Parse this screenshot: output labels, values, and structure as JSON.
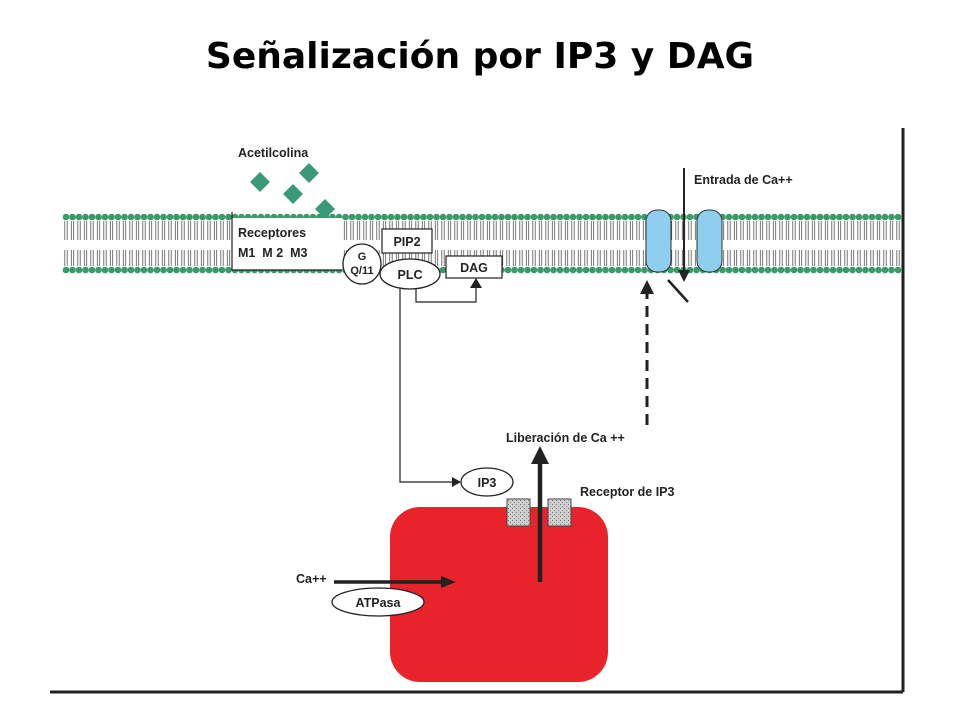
{
  "title": "Señalización por IP3 y DAG",
  "labels": {
    "ligand": "Acetilcolina",
    "receptors": "Receptores",
    "receptor_types": "M1  M 2  M3",
    "g_protein_top": "G",
    "g_protein_bottom": "Q/11",
    "pip2": "PIP2",
    "plc": "PLC",
    "dag": "DAG",
    "ca_entry": "Entrada de Ca++",
    "ca_release": "Liberación de Ca ++",
    "ip3": "IP3",
    "ip3_receptor": "Receptor de IP3",
    "ca_in": "Ca++",
    "atpase": "ATPasa"
  },
  "colors": {
    "lipid_head": "#3a9a6a",
    "ligand": "#3a9a78",
    "channel": "#8ecff0",
    "reticulum": "#e8232b",
    "receptor_block": "#bdbdbd"
  }
}
